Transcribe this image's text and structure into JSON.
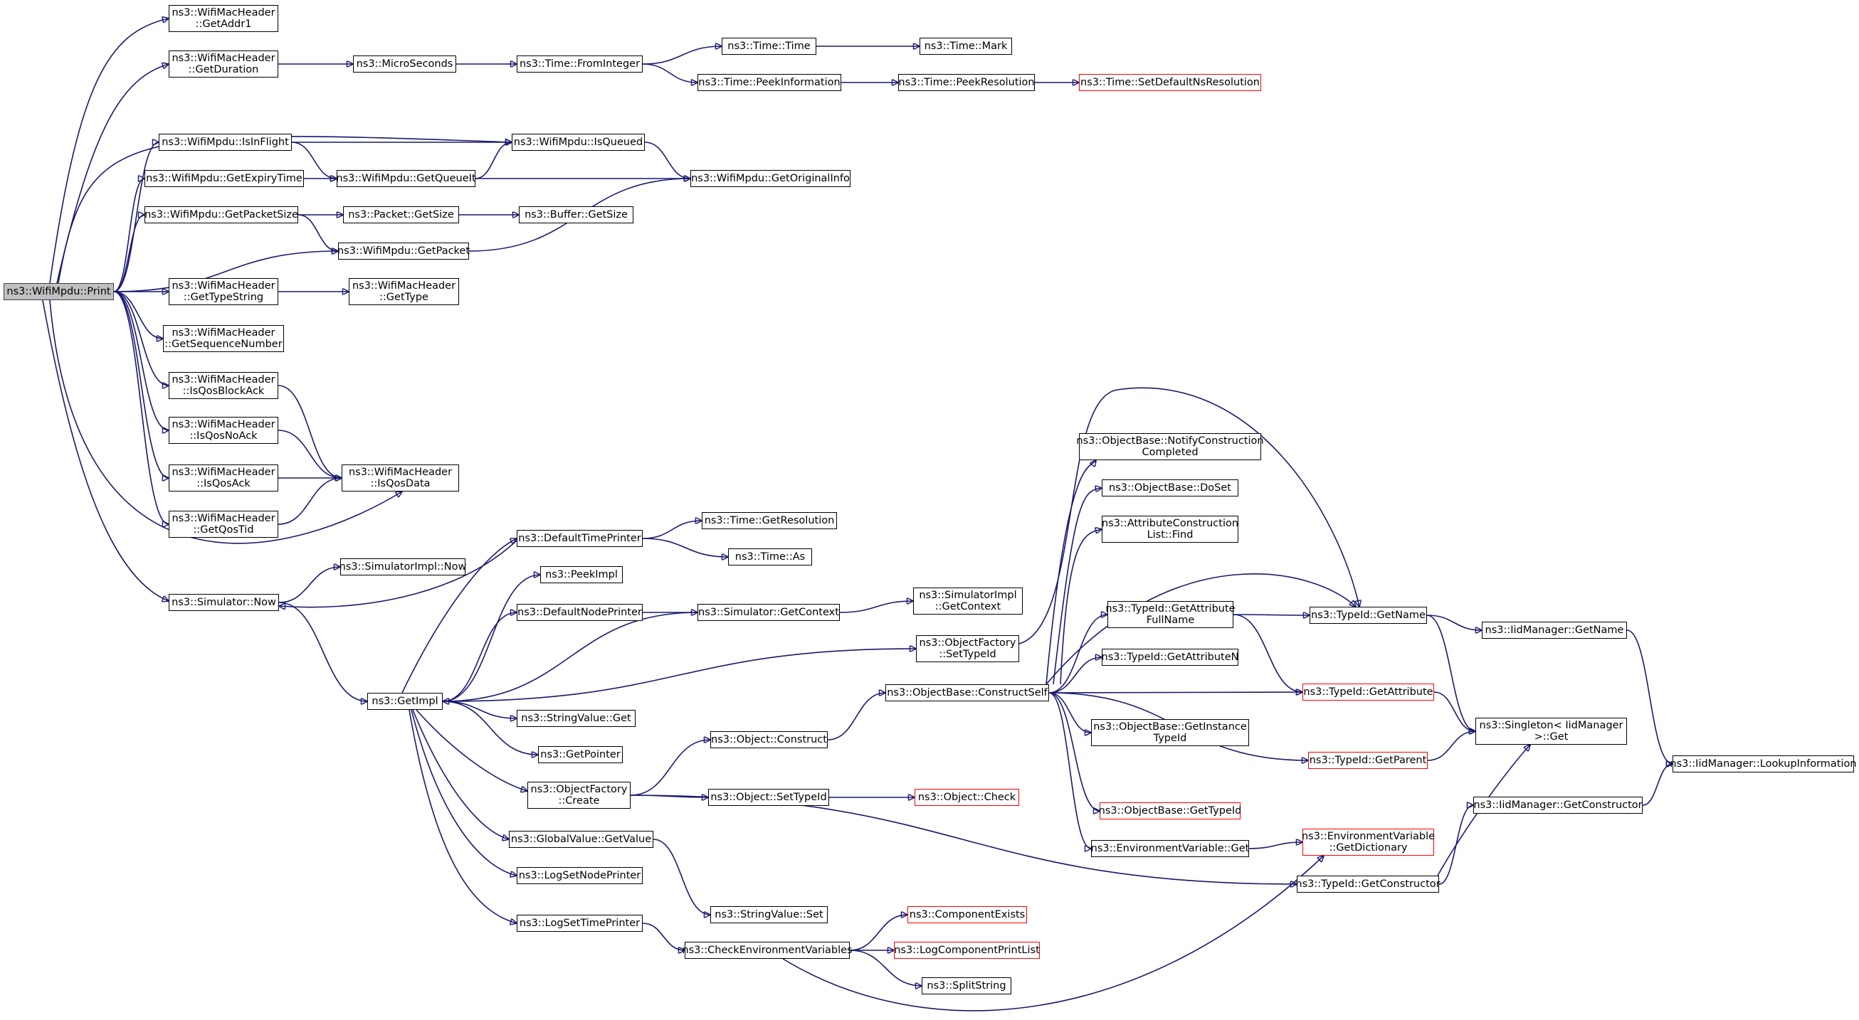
{
  "graph": {
    "root": "ns3::WifiMpdu::Print",
    "nodes": {
      "print": {
        "label": "ns3::WifiMpdu::Print",
        "kind": "root"
      },
      "getAddr1": {
        "label": "ns3::WifiMacHeader\n::GetAddr1"
      },
      "getDuration": {
        "label": "ns3::WifiMacHeader\n::GetDuration"
      },
      "microSeconds": {
        "label": "ns3::MicroSeconds"
      },
      "fromInteger": {
        "label": "ns3::Time::FromInteger"
      },
      "timeTime": {
        "label": "ns3::Time::Time"
      },
      "timeMark": {
        "label": "ns3::Time::Mark"
      },
      "peekInformation": {
        "label": "ns3::Time::PeekInformation"
      },
      "peekResolution": {
        "label": "ns3::Time::PeekResolution"
      },
      "setDefaultNsResolution": {
        "label": "ns3::Time::SetDefaultNsResolution",
        "kind": "truncated"
      },
      "isInFlight": {
        "label": "ns3::WifiMpdu::IsInFlight"
      },
      "isQueued": {
        "label": "ns3::WifiMpdu::IsQueued"
      },
      "getExpiryTime": {
        "label": "ns3::WifiMpdu::GetExpiryTime"
      },
      "getQueueIt": {
        "label": "ns3::WifiMpdu::GetQueueIt"
      },
      "getOriginalInfo": {
        "label": "ns3::WifiMpdu::GetOriginalInfo"
      },
      "getPacketSize": {
        "label": "ns3::WifiMpdu::GetPacketSize"
      },
      "packetGetSize": {
        "label": "ns3::Packet::GetSize"
      },
      "bufferGetSize": {
        "label": "ns3::Buffer::GetSize"
      },
      "getPacket": {
        "label": "ns3::WifiMpdu::GetPacket"
      },
      "getTypeString": {
        "label": "ns3::WifiMacHeader\n::GetTypeString"
      },
      "getType": {
        "label": "ns3::WifiMacHeader\n::GetType"
      },
      "getSequenceNumber": {
        "label": "ns3::WifiMacHeader\n::GetSequenceNumber"
      },
      "isQosBlockAck": {
        "label": "ns3::WifiMacHeader\n::IsQosBlockAck"
      },
      "isQosNoAck": {
        "label": "ns3::WifiMacHeader\n::IsQosNoAck"
      },
      "isQosAck": {
        "label": "ns3::WifiMacHeader\n::IsQosAck"
      },
      "getQosTid": {
        "label": "ns3::WifiMacHeader\n::GetQosTid"
      },
      "isQosData": {
        "label": "ns3::WifiMacHeader\n::IsQosData"
      },
      "simulatorNow": {
        "label": "ns3::Simulator::Now"
      },
      "simImplNow": {
        "label": "ns3::SimulatorImpl::Now"
      },
      "getImpl": {
        "label": "ns3::GetImpl"
      },
      "defaultTimePrinter": {
        "label": "ns3::DefaultTimePrinter"
      },
      "timeGetResolution": {
        "label": "ns3::Time::GetResolution"
      },
      "timeAs": {
        "label": "ns3::Time::As"
      },
      "peekImpl": {
        "label": "ns3::PeekImpl"
      },
      "defaultNodePrinter": {
        "label": "ns3::DefaultNodePrinter"
      },
      "simGetContext": {
        "label": "ns3::Simulator::GetContext"
      },
      "simImplGetContext": {
        "label": "ns3::SimulatorImpl\n::GetContext"
      },
      "objFactorySetTypeId": {
        "label": "ns3::ObjectFactory\n::SetTypeId"
      },
      "stringValueGet": {
        "label": "ns3::StringValue::Get"
      },
      "getPointer": {
        "label": "ns3::GetPointer"
      },
      "objFactoryCreate": {
        "label": "ns3::ObjectFactory\n::Create"
      },
      "objectConstruct": {
        "label": "ns3::Object::Construct"
      },
      "objectSetTypeId": {
        "label": "ns3::Object::SetTypeId"
      },
      "objectCheck": {
        "label": "ns3::Object::Check",
        "kind": "truncated"
      },
      "globalValueGetValue": {
        "label": "ns3::GlobalValue::GetValue"
      },
      "logSetNodePrinter": {
        "label": "ns3::LogSetNodePrinter"
      },
      "logSetTimePrinter": {
        "label": "ns3::LogSetTimePrinter"
      },
      "stringValueSet": {
        "label": "ns3::StringValue::Set"
      },
      "checkEnvVars": {
        "label": "ns3::CheckEnvironmentVariables"
      },
      "componentExists": {
        "label": "ns3::ComponentExists",
        "kind": "truncated"
      },
      "logComponentPrintList": {
        "label": "ns3::LogComponentPrintList",
        "kind": "truncated"
      },
      "splitString": {
        "label": "ns3::SplitString"
      },
      "constructSelf": {
        "label": "ns3::ObjectBase::ConstructSelf"
      },
      "notifyConstruction": {
        "label": "ns3::ObjectBase::NotifyConstruction\nCompleted"
      },
      "doSet": {
        "label": "ns3::ObjectBase::DoSet"
      },
      "attrConstructionFind": {
        "label": "ns3::AttributeConstruction\nList::Find"
      },
      "getAttributeFullName": {
        "label": "ns3::TypeId::GetAttribute\nFullName"
      },
      "getAttributeN": {
        "label": "ns3::TypeId::GetAttributeN"
      },
      "getInstanceTypeId": {
        "label": "ns3::ObjectBase::GetInstance\nTypeId"
      },
      "objBaseGetTypeId": {
        "label": "ns3::ObjectBase::GetTypeId",
        "kind": "truncated"
      },
      "envVarGet": {
        "label": "ns3::EnvironmentVariable::Get"
      },
      "typeIdGetName": {
        "label": "ns3::TypeId::GetName"
      },
      "typeIdGetAttribute": {
        "label": "ns3::TypeId::GetAttribute",
        "kind": "truncated"
      },
      "typeIdGetParent": {
        "label": "ns3::TypeId::GetParent",
        "kind": "truncated"
      },
      "envVarGetDictionary": {
        "label": "ns3::EnvironmentVariable\n::GetDictionary",
        "kind": "truncated"
      },
      "typeIdGetConstructor": {
        "label": "ns3::TypeId::GetConstructor"
      },
      "iidGetName": {
        "label": "ns3::IidManager::GetName"
      },
      "singletonGet": {
        "label": "ns3::Singleton< IidManager\n>::Get"
      },
      "iidGetConstructor": {
        "label": "ns3::IidManager::GetConstructor"
      },
      "iidLookupInformation": {
        "label": "ns3::IidManager::LookupInformation"
      }
    },
    "edges": [
      [
        "print",
        "getAddr1"
      ],
      [
        "print",
        "getDuration"
      ],
      [
        "print",
        "isQueued"
      ],
      [
        "print",
        "isInFlight"
      ],
      [
        "print",
        "getExpiryTime"
      ],
      [
        "print",
        "getPacketSize"
      ],
      [
        "print",
        "getPacket"
      ],
      [
        "print",
        "getTypeString"
      ],
      [
        "print",
        "getSequenceNumber"
      ],
      [
        "print",
        "isQosBlockAck"
      ],
      [
        "print",
        "isQosNoAck"
      ],
      [
        "print",
        "isQosAck"
      ],
      [
        "print",
        "getQosTid"
      ],
      [
        "print",
        "isQosData"
      ],
      [
        "print",
        "simulatorNow"
      ],
      [
        "getDuration",
        "microSeconds"
      ],
      [
        "microSeconds",
        "fromInteger"
      ],
      [
        "fromInteger",
        "timeTime"
      ],
      [
        "fromInteger",
        "peekInformation"
      ],
      [
        "timeTime",
        "timeMark"
      ],
      [
        "peekInformation",
        "peekResolution"
      ],
      [
        "peekResolution",
        "setDefaultNsResolution"
      ],
      [
        "isInFlight",
        "isQueued"
      ],
      [
        "isInFlight",
        "getQueueIt"
      ],
      [
        "isQueued",
        "getOriginalInfo"
      ],
      [
        "getExpiryTime",
        "getQueueIt"
      ],
      [
        "getQueueIt",
        "isQueued"
      ],
      [
        "getQueueIt",
        "getOriginalInfo"
      ],
      [
        "getPacketSize",
        "packetGetSize"
      ],
      [
        "getPacketSize",
        "getPacket"
      ],
      [
        "packetGetSize",
        "bufferGetSize"
      ],
      [
        "getPacket",
        "getOriginalInfo"
      ],
      [
        "getTypeString",
        "getType"
      ],
      [
        "isQosBlockAck",
        "isQosData"
      ],
      [
        "isQosNoAck",
        "isQosData"
      ],
      [
        "isQosAck",
        "isQosData"
      ],
      [
        "getQosTid",
        "isQosData"
      ],
      [
        "simulatorNow",
        "simImplNow"
      ],
      [
        "simulatorNow",
        "getImpl"
      ],
      [
        "getImpl",
        "defaultTimePrinter"
      ],
      [
        "getImpl",
        "peekImpl"
      ],
      [
        "getImpl",
        "defaultNodePrinter"
      ],
      [
        "getImpl",
        "objFactorySetTypeId"
      ],
      [
        "getImpl",
        "stringValueGet"
      ],
      [
        "getImpl",
        "getPointer"
      ],
      [
        "getImpl",
        "objFactoryCreate"
      ],
      [
        "getImpl",
        "globalValueGetValue"
      ],
      [
        "getImpl",
        "logSetNodePrinter"
      ],
      [
        "getImpl",
        "logSetTimePrinter"
      ],
      [
        "defaultTimePrinter",
        "timeGetResolution"
      ],
      [
        "defaultTimePrinter",
        "timeAs"
      ],
      [
        "defaultTimePrinter",
        "simulatorNow"
      ],
      [
        "defaultNodePrinter",
        "simGetContext"
      ],
      [
        "simGetContext",
        "simImplGetContext"
      ],
      [
        "simGetContext",
        "getImpl"
      ],
      [
        "objFactorySetTypeId",
        "typeIdGetName"
      ],
      [
        "objFactoryCreate",
        "objectConstruct"
      ],
      [
        "objFactoryCreate",
        "objectSetTypeId"
      ],
      [
        "objFactoryCreate",
        "typeIdGetConstructor"
      ],
      [
        "objectConstruct",
        "constructSelf"
      ],
      [
        "objectSetTypeId",
        "objectCheck"
      ],
      [
        "globalValueGetValue",
        "stringValueSet"
      ],
      [
        "logSetTimePrinter",
        "checkEnvVars"
      ],
      [
        "checkEnvVars",
        "componentExists"
      ],
      [
        "checkEnvVars",
        "logComponentPrintList"
      ],
      [
        "checkEnvVars",
        "splitString"
      ],
      [
        "checkEnvVars",
        "envVarGetDictionary"
      ],
      [
        "constructSelf",
        "notifyConstruction"
      ],
      [
        "constructSelf",
        "doSet"
      ],
      [
        "constructSelf",
        "attrConstructionFind"
      ],
      [
        "constructSelf",
        "typeIdGetName"
      ],
      [
        "constructSelf",
        "getAttributeFullName"
      ],
      [
        "constructSelf",
        "getAttributeN"
      ],
      [
        "constructSelf",
        "typeIdGetAttribute"
      ],
      [
        "constructSelf",
        "getInstanceTypeId"
      ],
      [
        "constructSelf",
        "typeIdGetParent"
      ],
      [
        "constructSelf",
        "objBaseGetTypeId"
      ],
      [
        "constructSelf",
        "envVarGet"
      ],
      [
        "getAttributeFullName",
        "typeIdGetName"
      ],
      [
        "getAttributeFullName",
        "typeIdGetAttribute"
      ],
      [
        "envVarGet",
        "envVarGetDictionary"
      ],
      [
        "typeIdGetName",
        "iidGetName"
      ],
      [
        "typeIdGetName",
        "singletonGet"
      ],
      [
        "iidGetName",
        "iidLookupInformation"
      ],
      [
        "typeIdGetAttribute",
        "singletonGet"
      ],
      [
        "typeIdGetParent",
        "singletonGet"
      ],
      [
        "typeIdGetConstructor",
        "singletonGet"
      ],
      [
        "typeIdGetConstructor",
        "iidGetConstructor"
      ],
      [
        "iidGetConstructor",
        "iidLookupInformation"
      ]
    ]
  },
  "colors": {
    "edge": "#191970",
    "node_border": "#000000",
    "truncated_border": "#ff0000",
    "root_fill": "#bfbfbf",
    "node_fill": "#ffffff"
  }
}
